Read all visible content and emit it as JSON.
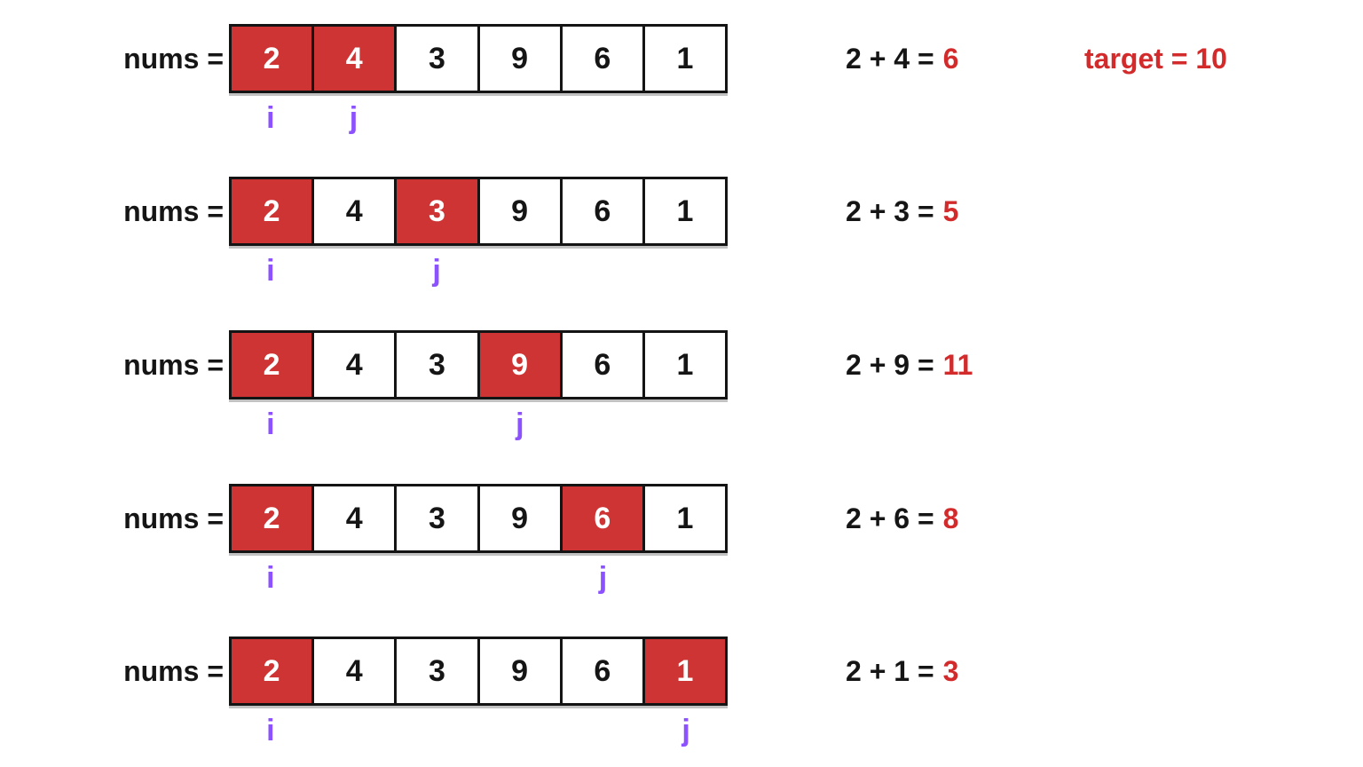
{
  "target": {
    "label": "target = 10"
  },
  "colors": {
    "highlight_red": "#CE3434",
    "red_text": "#D32B2B",
    "pointer_purple": "#8C52FF",
    "ink": "#151515",
    "background": "#FFFFFF"
  },
  "rows": [
    {
      "label": "nums =",
      "values": [
        "2",
        "4",
        "3",
        "9",
        "6",
        "1"
      ],
      "i_index": 0,
      "j_index": 1,
      "i_label": "i",
      "j_label": "j",
      "equation_left": "2 + 4 =",
      "equation_result": "6"
    },
    {
      "label": "nums =",
      "values": [
        "2",
        "4",
        "3",
        "9",
        "6",
        "1"
      ],
      "i_index": 0,
      "j_index": 2,
      "i_label": "i",
      "j_label": "j",
      "equation_left": "2 + 3 =",
      "equation_result": "5"
    },
    {
      "label": "nums =",
      "values": [
        "2",
        "4",
        "3",
        "9",
        "6",
        "1"
      ],
      "i_index": 0,
      "j_index": 3,
      "i_label": "i",
      "j_label": "j",
      "equation_left": "2 + 9 =",
      "equation_result": "11"
    },
    {
      "label": "nums =",
      "values": [
        "2",
        "4",
        "3",
        "9",
        "6",
        "1"
      ],
      "i_index": 0,
      "j_index": 4,
      "i_label": "i",
      "j_label": "j",
      "equation_left": "2 + 6 =",
      "equation_result": "8"
    },
    {
      "label": "nums =",
      "values": [
        "2",
        "4",
        "3",
        "9",
        "6",
        "1"
      ],
      "i_index": 0,
      "j_index": 5,
      "i_label": "i",
      "j_label": "j",
      "equation_left": "2 + 1 =",
      "equation_result": "3"
    }
  ]
}
